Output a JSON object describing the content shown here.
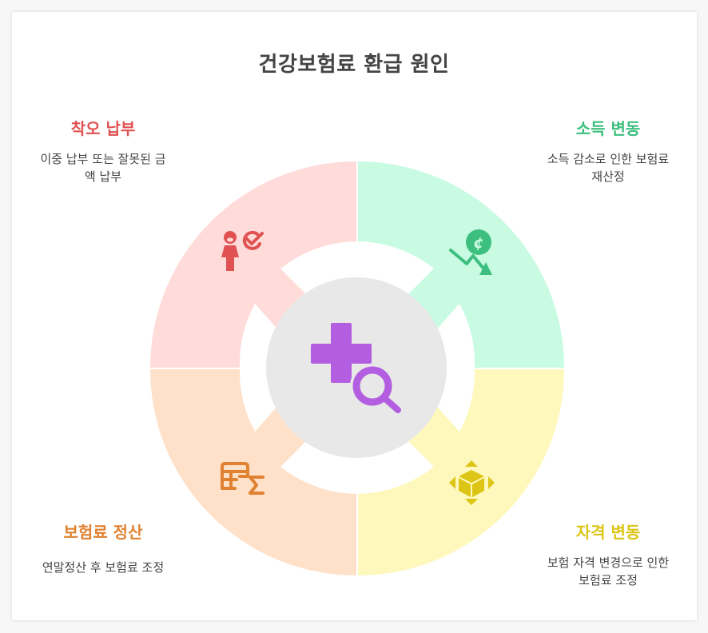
{
  "title": "건강보험료 환급 원인",
  "center": {
    "icon": "health-search-icon",
    "color": "#b35ee0",
    "bg": "#e8e8e8"
  },
  "segments": [
    {
      "id": "error-payment",
      "title": "착오 납부",
      "description": "이중 납부 또는 잘못된 금\n액 납부",
      "desc_line1": "이중 납부 또는 잘못된 금",
      "desc_line2": "액 납부",
      "icon": "person-check-icon",
      "color": "#e05252",
      "fill": "#ffdcd9",
      "position": "top-left"
    },
    {
      "id": "income-change",
      "title": "소득 변동",
      "description": "소득 감소로 인한 보험료 재산정",
      "desc_line1": "소득 감소로 인한 보험료",
      "desc_line2": "재산정",
      "icon": "money-decrease-icon",
      "color": "#3dbf7f",
      "fill": "#c9fbe3",
      "position": "top-right"
    },
    {
      "id": "premium-settlement",
      "title": "보험료 정산",
      "description": "연말정산 후 보험료 조정",
      "desc_line1": "연말정산 후 보험료 조정",
      "desc_line2": "",
      "icon": "table-sigma-icon",
      "color": "#e08231",
      "fill": "#ffe1c9",
      "position": "bottom-left"
    },
    {
      "id": "eligibility-change",
      "title": "자격 변동",
      "description": "보험 자격 변경으로 인한 보험료 조정",
      "desc_line1": "보험 자격 변경으로 인한",
      "desc_line2": "보험료 조정",
      "icon": "cube-arrows-icon",
      "color": "#dcc514",
      "fill": "#fff8bd",
      "position": "bottom-right"
    }
  ]
}
